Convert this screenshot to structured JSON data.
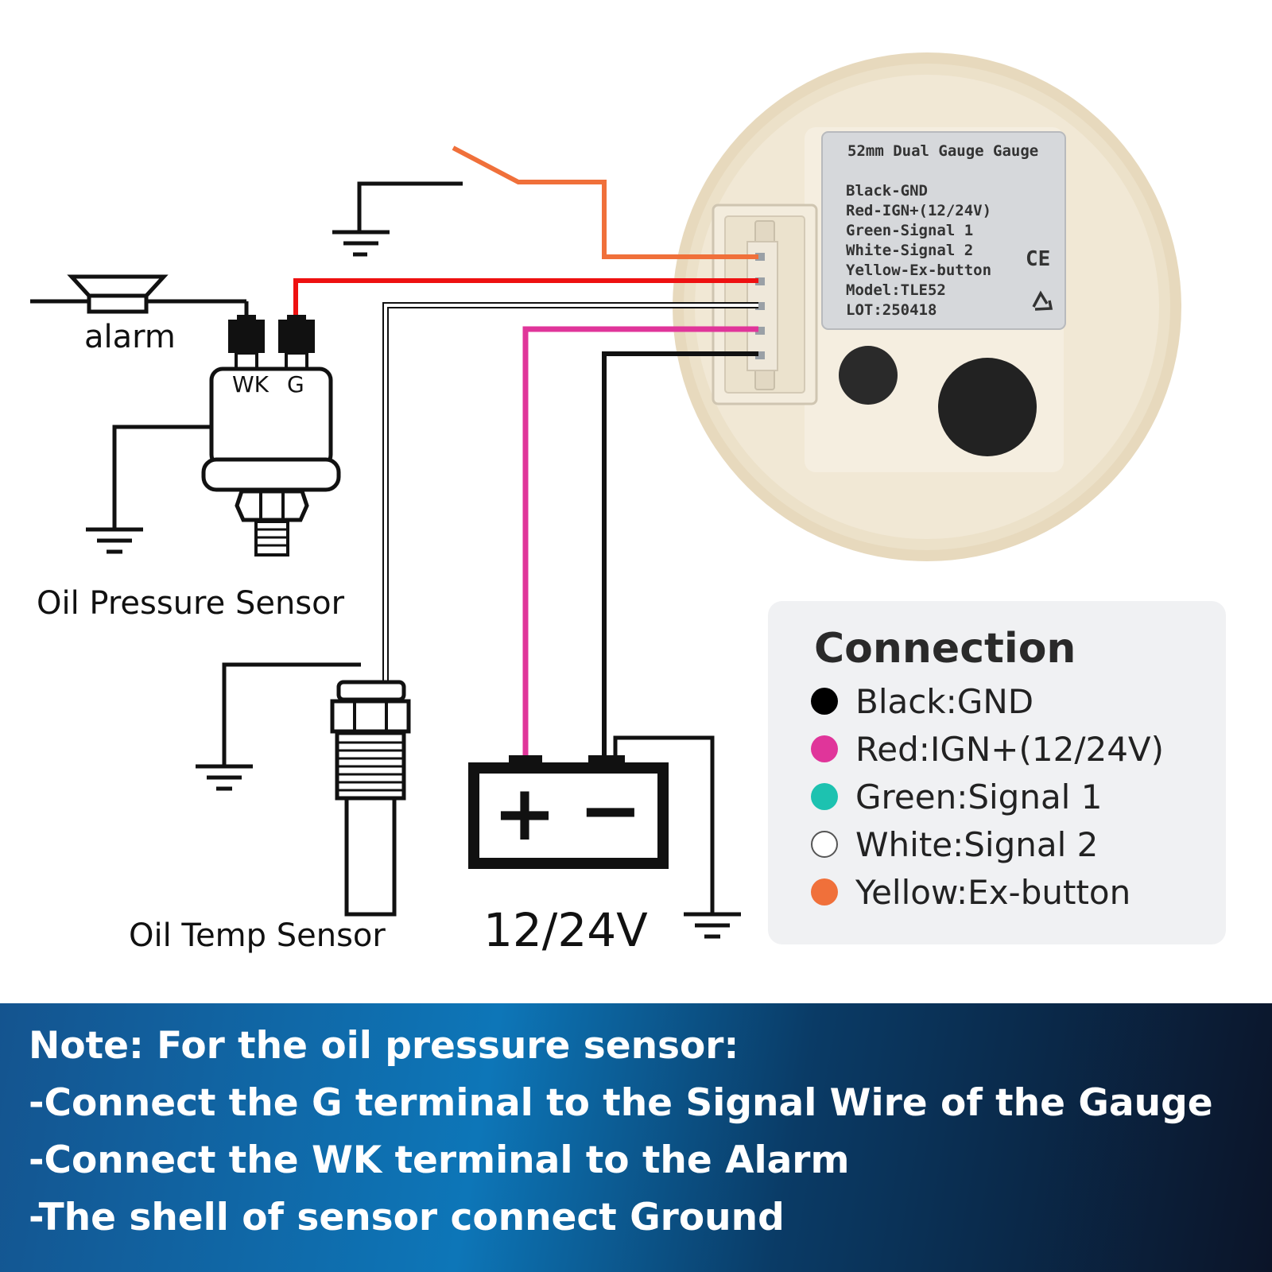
{
  "diagram": {
    "labels": {
      "alarm": "alarm",
      "terminal_wk": "WK",
      "terminal_g": "G",
      "oil_pressure_sensor": "Oil Pressure Sensor",
      "oil_temp_sensor": "Oil Temp Sensor",
      "battery_plus": "+",
      "battery_minus": "−",
      "voltage": "12/24V"
    },
    "sticker": {
      "title": "52mm Dual Gauge Gauge",
      "lines": [
        "Black-GND",
        "Red-IGN+(12/24V)",
        "Green-Signal  1",
        "White-Signal  2",
        "Yellow-Ex-button",
        "Model:TLE52",
        "LOT:250418"
      ],
      "ce_mark": "CE"
    },
    "wire_colors": {
      "orange": "#f0703a",
      "red": "#ee1111",
      "white": "#ffffff",
      "magenta": "#e0359a",
      "black": "#111111"
    }
  },
  "legend": {
    "title": "Connection",
    "items": [
      {
        "text": "Black:GND",
        "color": "#000000"
      },
      {
        "text": "Red:IGN+(12/24V)",
        "color": "#e0359a"
      },
      {
        "text": "Green:Signal 1",
        "color": "#1dc2b0"
      },
      {
        "text": "White:Signal 2",
        "color": "#ffffff"
      },
      {
        "text": "Yellow:Ex-button",
        "color": "#f0703a"
      }
    ]
  },
  "note": {
    "lines": [
      "Note: For the oil pressure sensor:",
      "-Connect the G terminal to the Signal Wire of the Gauge",
      "-Connect the WK terminal to the Alarm",
      "-The shell of sensor connect Ground"
    ]
  }
}
